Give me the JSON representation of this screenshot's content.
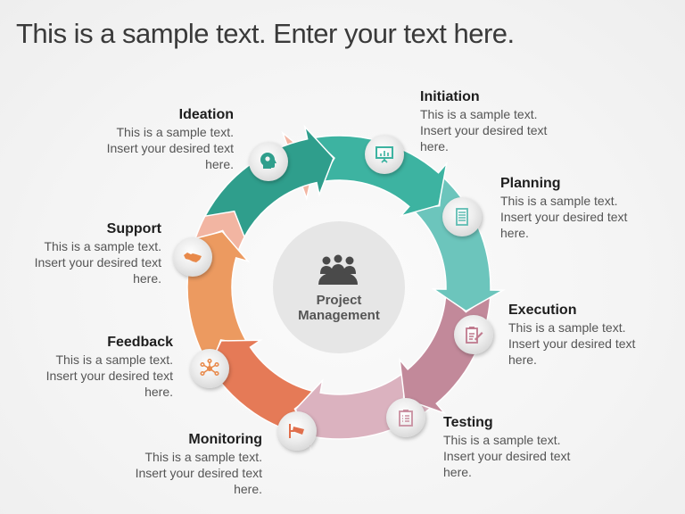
{
  "slide": {
    "title": "This is a sample text. Enter your text here."
  },
  "center": {
    "line1": "Project",
    "line2": "Management",
    "icon": "team-meeting-icon"
  },
  "stages": [
    {
      "key": "ideation",
      "title": "Ideation",
      "body_line1": "This is a sample text.",
      "body_line2": "Insert your desired text",
      "body_line3": "here.",
      "icon": "brain-idea-icon",
      "color": "#2f9e8c"
    },
    {
      "key": "initiation",
      "title": "Initiation",
      "body_line1": "This is a sample text.",
      "body_line2": "Insert your desired text",
      "body_line3": "here.",
      "icon": "presentation-board-icon",
      "color": "#3db3a1"
    },
    {
      "key": "planning",
      "title": "Planning",
      "body_line1": "This is a sample text.",
      "body_line2": "Insert your desired text",
      "body_line3": "here.",
      "icon": "checklist-icon",
      "color": "#6cc5bc"
    },
    {
      "key": "execution",
      "title": "Execution",
      "body_line1": "This is a sample text.",
      "body_line2": "Insert your desired text",
      "body_line3": "here.",
      "icon": "clipboard-edit-icon",
      "color": "#c2899a"
    },
    {
      "key": "testing",
      "title": "Testing",
      "body_line1": "This is a sample text.",
      "body_line2": "Insert your desired text",
      "body_line3": "here.",
      "icon": "clipboard-list-icon",
      "color": "#dbb2bf"
    },
    {
      "key": "monitoring",
      "title": "Monitoring",
      "body_line1": "This is a sample text.",
      "body_line2": "Insert your desired text",
      "body_line3": "here.",
      "icon": "security-camera-icon",
      "color": "#e57a57"
    },
    {
      "key": "feedback",
      "title": "Feedback",
      "body_line1": "This is a sample text.",
      "body_line2": "Insert your desired text",
      "body_line3": "here.",
      "icon": "network-hub-icon",
      "color": "#ec9a60"
    },
    {
      "key": "support",
      "title": "Support",
      "body_line1": "This is a sample text.",
      "body_line2": "Insert your desired text",
      "body_line3": "here.",
      "icon": "handshake-icon",
      "color": "#f2b5a2"
    }
  ]
}
